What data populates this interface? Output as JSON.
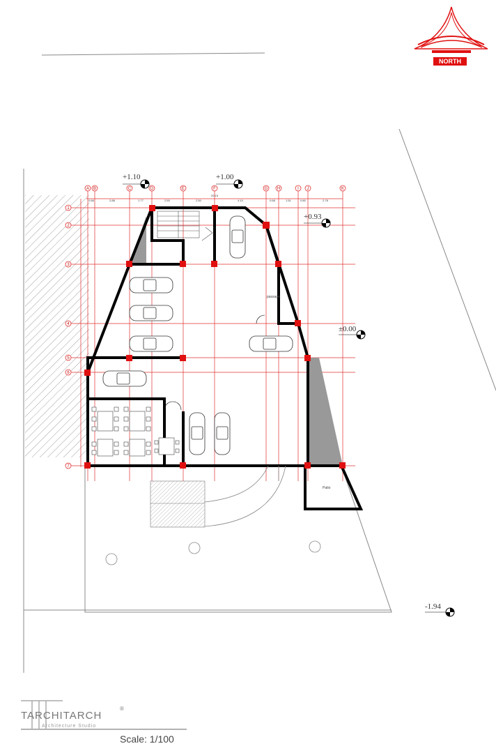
{
  "north": {
    "label": "NORTH"
  },
  "levels": {
    "top_left": "+1.10",
    "top_center": "+1.00",
    "right_upper": "+0.93",
    "right_mid": "±0.00",
    "bottom_right": "-1.94"
  },
  "grid_columns": [
    "A",
    "B",
    "C",
    "D",
    "E",
    "F",
    "G",
    "H",
    "I",
    "J",
    "K"
  ],
  "grid_rows": [
    "1",
    "2",
    "3",
    "4",
    "5",
    "6",
    "7"
  ],
  "dimensions": {
    "column_spacing": [
      "0.56",
      "2.88",
      "1.77",
      "2.50",
      "2.50",
      "4.10",
      "0.68",
      "1.51",
      "0.80",
      "2.78"
    ],
    "total_width": "20.15"
  },
  "rooms": {
    "patio": "Patio",
    "passage": "passage"
  },
  "footer": {
    "logo": "TARCHITARCH",
    "logo_sub": "Architecture Studio",
    "registered": "®",
    "scale": "Scale: 1/100"
  },
  "colors": {
    "accent_red": "#e01010",
    "wall": "#000000",
    "grid": "#e03030"
  }
}
